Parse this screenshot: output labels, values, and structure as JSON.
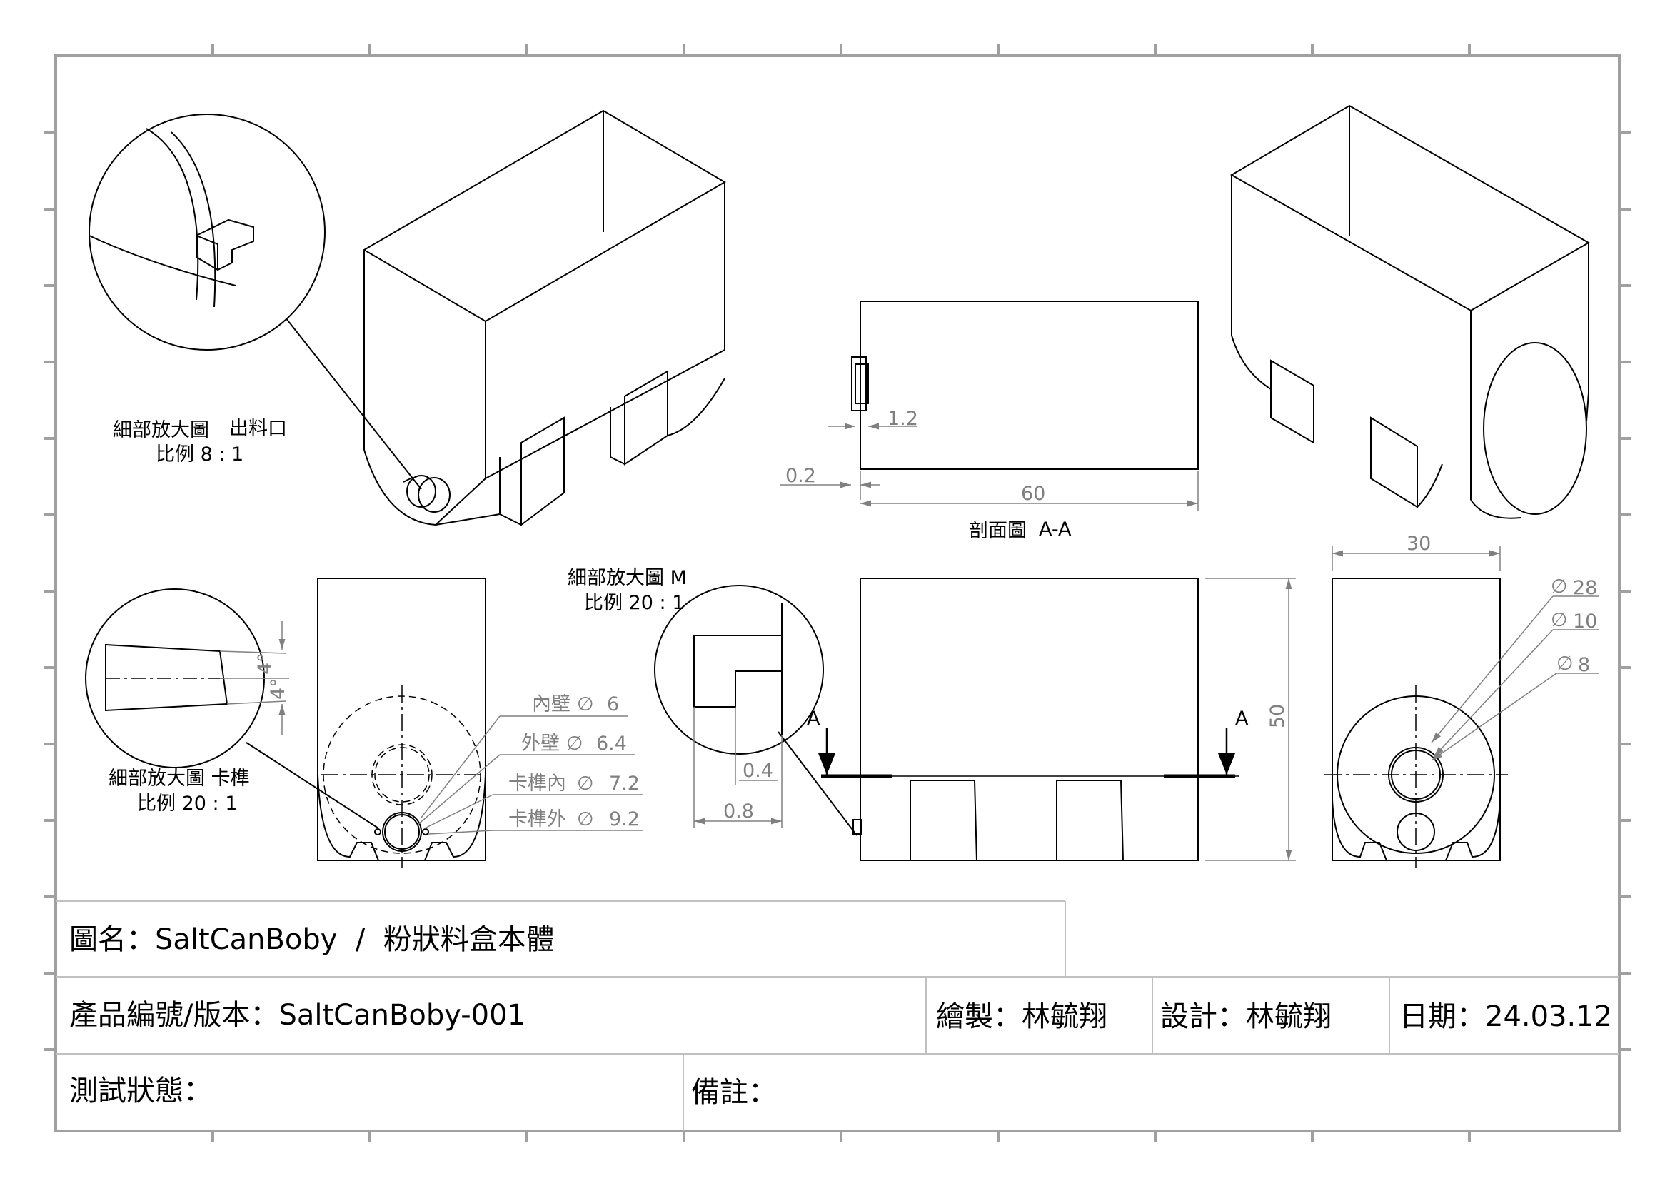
{
  "title_block": {
    "drawing_name_label": "圖名：",
    "drawing_name_value": "SaltCanBoby  /  粉狀料盒本體",
    "product_no_label": "產品編號/版本：",
    "product_no_value": "SaltCanBoby-001",
    "drawn_by_label": "繪製：",
    "drawn_by_value": "林毓翔",
    "designed_by_label": "設計：",
    "designed_by_value": "林毓翔",
    "date_label": "日期：",
    "date_value": "24.03.12",
    "test_status_label": "測試狀態：",
    "remarks_label": "備註："
  },
  "detail_outlet": {
    "title_a": "細部放大圖",
    "title_b": "出料口",
    "scale": "比例 8 : 1"
  },
  "detail_tenon": {
    "title": "細部放大圖 卡榫",
    "scale": "比例 20 : 1",
    "angle_1": "4°",
    "angle_2": "4°"
  },
  "detail_m": {
    "title": "細部放大圖 M",
    "scale": "比例 20 : 1",
    "dim_a": "0.4",
    "dim_b": "0.8"
  },
  "section": {
    "title_a": "剖面圖",
    "title_b": "A-A",
    "dim_wall": "1.2",
    "dim_gap": "0.2",
    "dim_length": "60"
  },
  "front_view": {
    "height": "50",
    "cut_left": "A",
    "cut_right": "A"
  },
  "side_view": {
    "width": "30",
    "dia_outer": "28",
    "dia_mid": "10",
    "dia_inner": "8"
  },
  "callouts": {
    "inner_wall": "內壁",
    "inner_wall_val": "6",
    "outer_wall": "外壁",
    "outer_wall_val": "6.4",
    "tenon_in": "卡榫內",
    "tenon_in_val": "7.2",
    "tenon_out": "卡榫外",
    "tenon_out_val": "9.2"
  },
  "diameter_symbol": "∅"
}
